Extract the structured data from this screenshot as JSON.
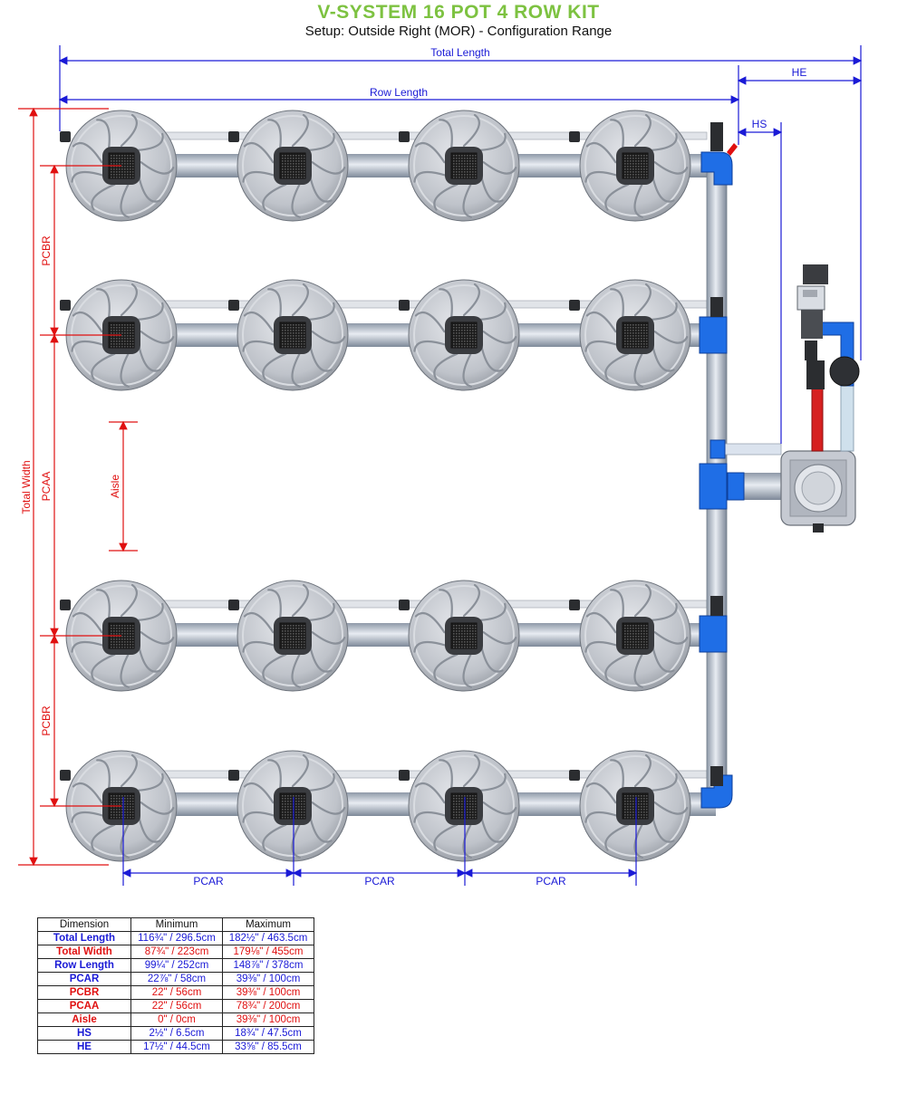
{
  "header": {
    "title": "V-SYSTEM 16 POT 4 ROW KIT",
    "subtitle": "Setup: Outside Right (MOR) - Configuration Range"
  },
  "colors": {
    "title_green": "#7dc241",
    "blue_dim": "#1a1ad6",
    "red_dim": "#e01010",
    "pipe_blue": "#1f6ee6",
    "pot_grey": "#b8bcc4"
  },
  "labels": {
    "total_length": "Total Length",
    "row_length": "Row Length",
    "he": "HE",
    "hs": "HS",
    "total_width": "Total Width",
    "pcbr": "PCBR",
    "pcaa": "PCAA",
    "aisle": "Aisle",
    "pcar": "PCAR"
  },
  "layout_info": {
    "rows": 4,
    "pots_per_row": 4
  },
  "table": {
    "headers": [
      "Dimension",
      "Minimum",
      "Maximum"
    ],
    "rows": [
      {
        "name": "Total Length",
        "min": "116¾\" / 296.5cm",
        "max": "182½\" / 463.5cm",
        "color": "blue"
      },
      {
        "name": "Total Width",
        "min": "87¾\" / 223cm",
        "max": "179⅛\" / 455cm",
        "color": "red"
      },
      {
        "name": "Row Length",
        "min": "99¼\" / 252cm",
        "max": "148⅞\" / 378cm",
        "color": "blue"
      },
      {
        "name": "PCAR",
        "min": "22⅞\" / 58cm",
        "max": "39⅜\" / 100cm",
        "color": "blue"
      },
      {
        "name": "PCBR",
        "min": "22\" / 56cm",
        "max": "39⅜\" / 100cm",
        "color": "red"
      },
      {
        "name": "PCAA",
        "min": "22\" / 56cm",
        "max": "78¾\" / 200cm",
        "color": "red"
      },
      {
        "name": "Aisle",
        "min": "0\" / 0cm",
        "max": "39⅜\" / 100cm",
        "color": "red"
      },
      {
        "name": "HS",
        "min": "2½\" / 6.5cm",
        "max": "18¾\" / 47.5cm",
        "color": "blue"
      },
      {
        "name": "HE",
        "min": "17½\" / 44.5cm",
        "max": "33⅝\" / 85.5cm",
        "color": "blue"
      }
    ]
  }
}
